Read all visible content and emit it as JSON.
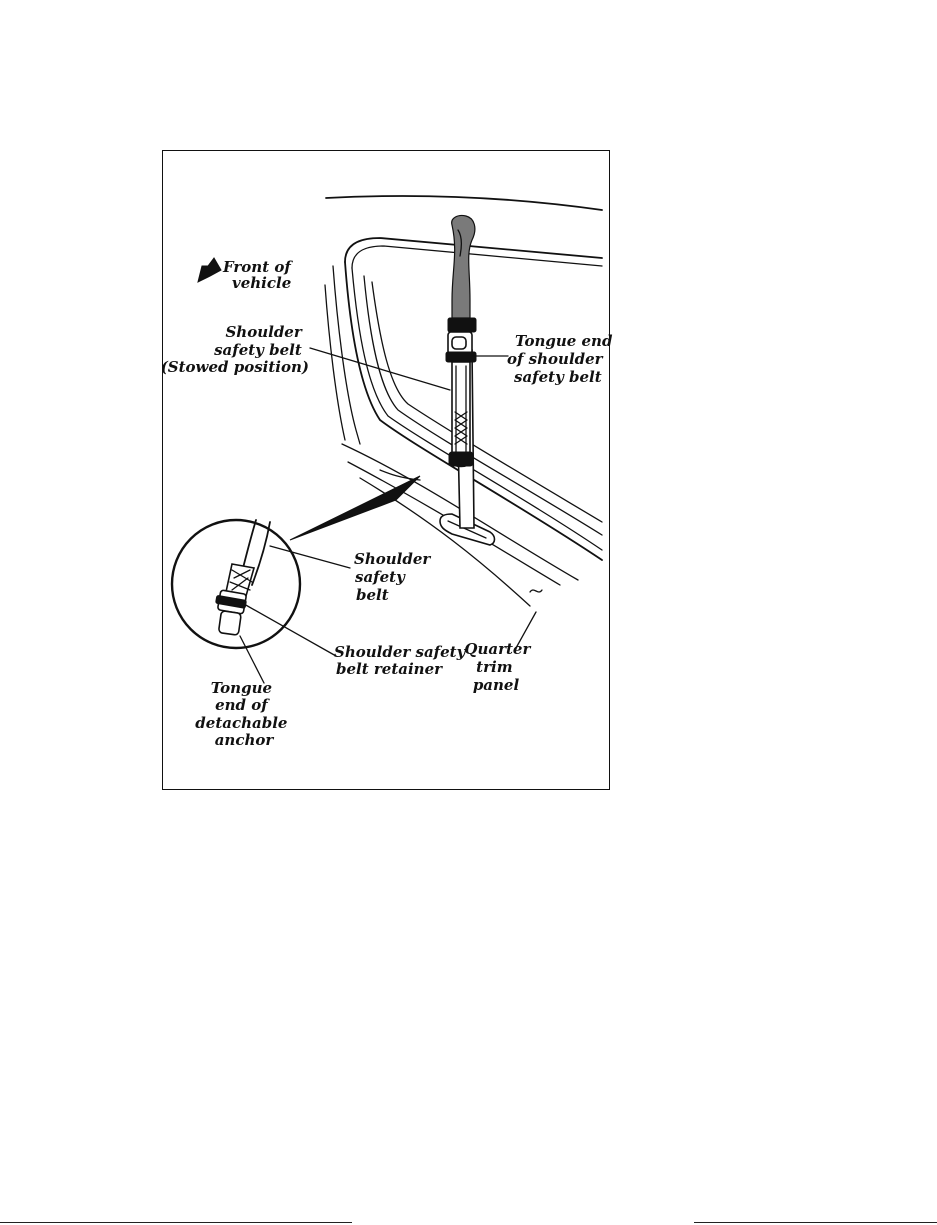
{
  "labels": {
    "front_of_vehicle": [
      "Front of",
      "vehicle"
    ],
    "shoulder_belt_stowed": [
      "Shoulder",
      "safety belt",
      "(Stowed position)"
    ],
    "tongue_end_shoulder_belt": [
      "Tongue end",
      "of shoulder",
      "safety belt"
    ],
    "shoulder_belt_detail": [
      "Shoulder",
      "safety",
      "belt"
    ],
    "belt_retainer": [
      "Shoulder safety",
      "belt retainer"
    ],
    "quarter_trim_panel": [
      "Quarter",
      "trim",
      "panel"
    ],
    "tongue_end_anchor": [
      "Tongue",
      "end of",
      "detachable",
      "anchor"
    ]
  },
  "colors": {
    "ink": "#111111",
    "paper": "#ffffff"
  }
}
